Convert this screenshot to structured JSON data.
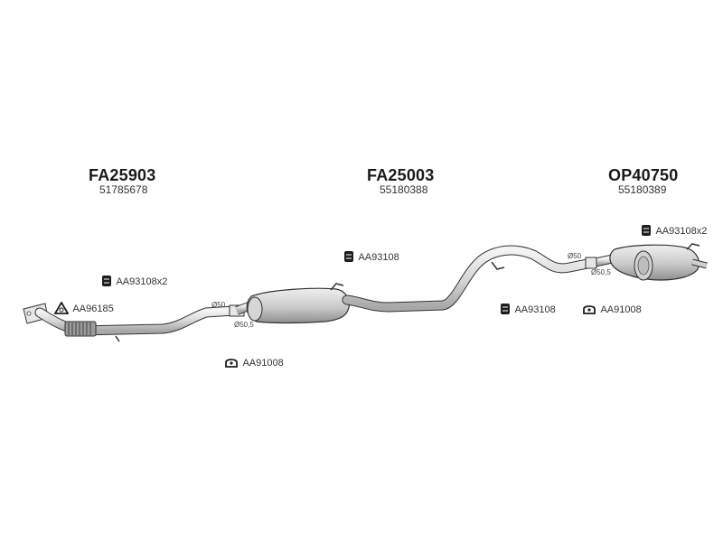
{
  "parts": {
    "front": {
      "code": "FA25903",
      "oem": "51785678"
    },
    "middle": {
      "code": "FA25003",
      "oem": "55180388"
    },
    "rear": {
      "code": "OP40750",
      "oem": "55180389"
    }
  },
  "accessories": {
    "clamp_front": "AA93108",
    "clamp_front_qty": "x2",
    "gasket_front": "AA96185",
    "hanger_front": "AA91008",
    "clamp_middle": "AA93108",
    "clamp_rear_top": "AA93108",
    "clamp_rear_top_qty": "x2",
    "clamp_rear_bottom": "AA93108",
    "hanger_rear": "AA91008"
  },
  "diameters": {
    "front_outer": "50",
    "front_inner": "50,5",
    "rear_outer": "50",
    "rear_inner": "50,5",
    "symbol": "Ø"
  },
  "icons": {
    "clamp": "clamp-icon",
    "gasket": "triangle-gasket-icon",
    "hanger": "rubber-hanger-icon"
  }
}
